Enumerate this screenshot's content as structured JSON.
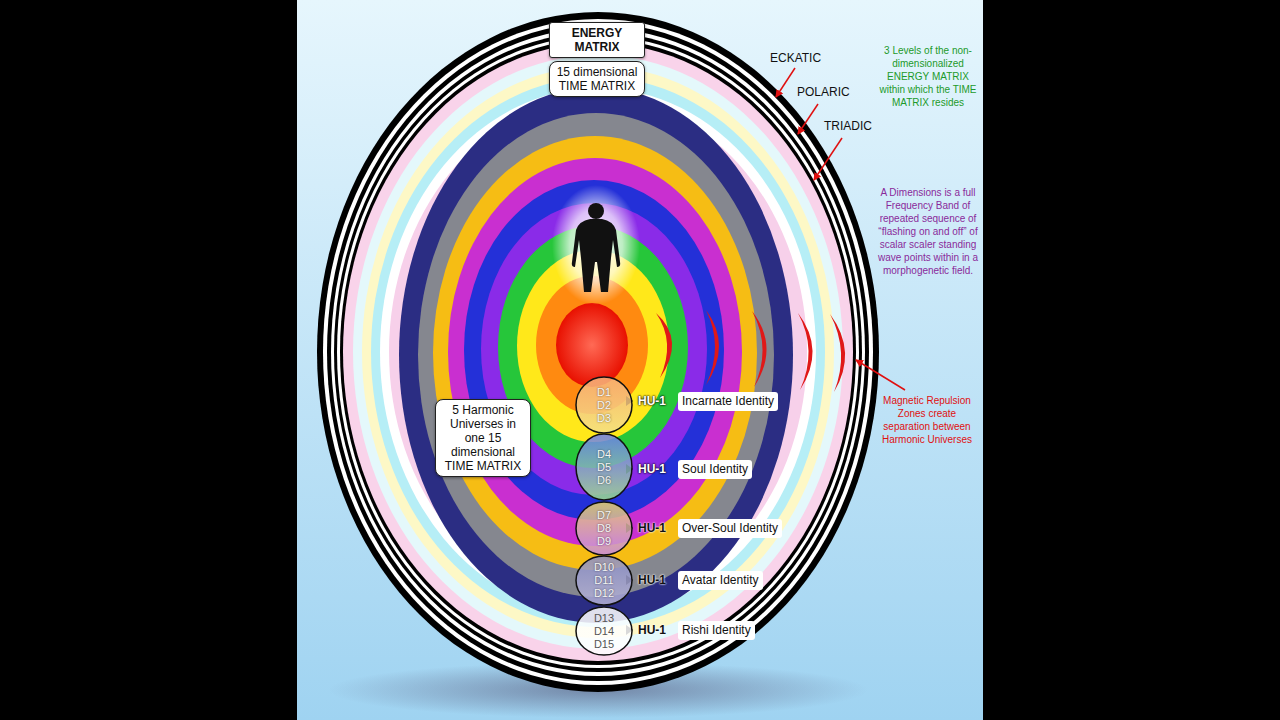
{
  "diagram": {
    "nodes": [
      {
        "text": [
          "ENERGY MATRIX"
        ]
      },
      {
        "text": [
          "15 dimensional TIME MATRIX"
        ]
      },
      {
        "text": [
          "5 Harmonic Universes in one 15 dimensional TIME MATRIX"
        ]
      },
      {
        "text": [
          "D1",
          "D2",
          "D3"
        ]
      },
      {
        "text": [
          "D4",
          "D5",
          "D6"
        ]
      },
      {
        "text": [
          "D7",
          "D8",
          "D9"
        ]
      },
      {
        "text": [
          "D10",
          "D11",
          "D12"
        ]
      },
      {
        "text": [
          "D13",
          "D14",
          "D15"
        ]
      }
    ],
    "labels": [
      "ECKATIC",
      "POLARIC",
      "TRIADIC",
      "3 Levels of the non-dimensionalized ENERGY MATRIX within which the TIME MATRIX resides",
      "A Dimensions is a full Frequency Band of repeated sequence of “flashing on and off” of scalar scaler standing wave points within in a morphogenetic field.",
      "Magnetic Repulsion Zones create separation between Harmonic Universes",
      "HU-1",
      "Incarnate Identity",
      "HU-1",
      "Soul Identity",
      "HU-1",
      "Over-Soul Identity",
      "HU-1",
      "Avatar Identity",
      "HU-1",
      "Rishi Identity"
    ]
  }
}
